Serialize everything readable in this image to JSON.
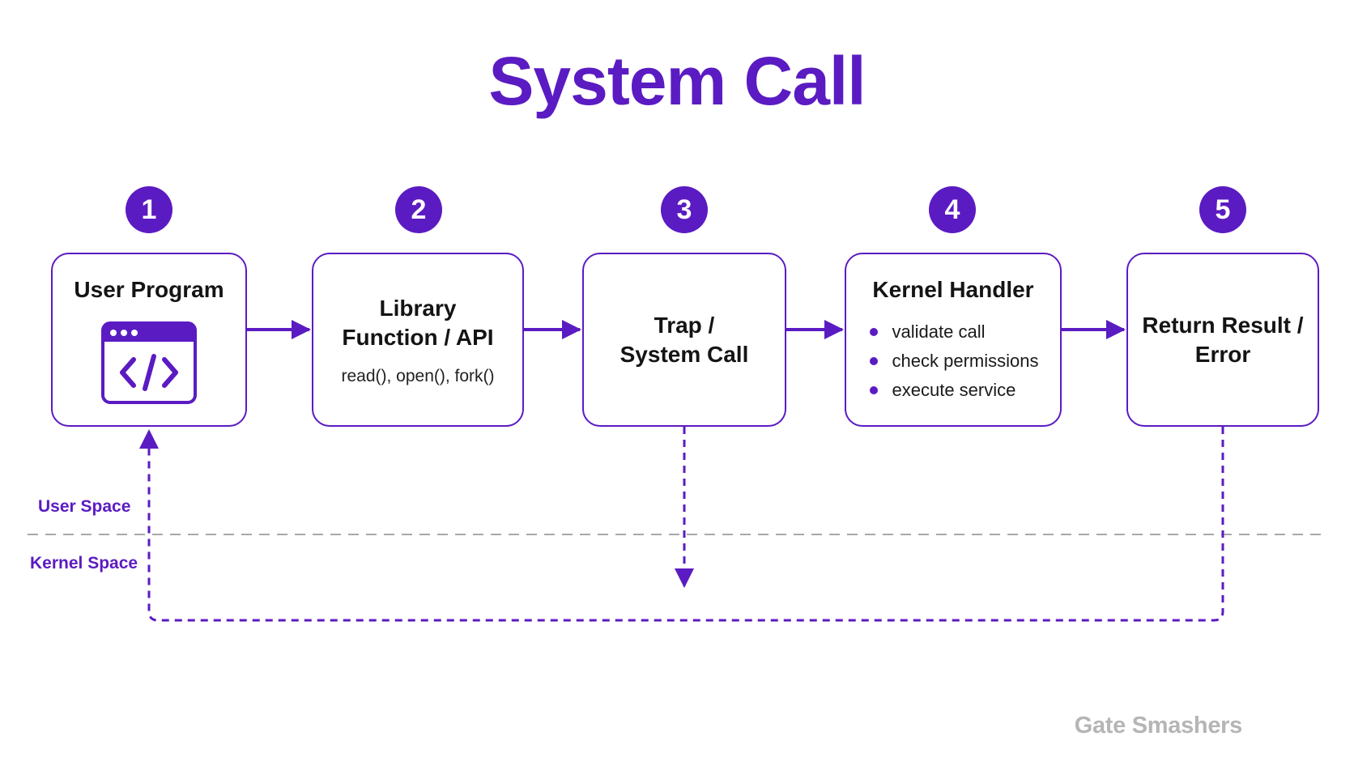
{
  "title": "System Call",
  "steps": [
    {
      "number": "1",
      "heading": "User Program",
      "icon": "code-window-icon"
    },
    {
      "number": "2",
      "heading_line1": "Library",
      "heading_line2": "Function / API",
      "detail": "read(), open(), fork()"
    },
    {
      "number": "3",
      "heading_line1": "Trap /",
      "heading_line2": "System Call"
    },
    {
      "number": "4",
      "heading": "Kernel Handler",
      "bullets": [
        "validate call",
        "check permissions",
        "execute service"
      ]
    },
    {
      "number": "5",
      "heading_line1": "Return Result /",
      "heading_line2": "Error"
    }
  ],
  "labels": {
    "user_space": "User Space",
    "kernel_space": "Kernel Space"
  },
  "brand": "Gate Smashers",
  "colors": {
    "accent": "#5b1bc2",
    "divider": "#a8a8a8",
    "text": "#141414",
    "brand": "#b5b5b5"
  }
}
